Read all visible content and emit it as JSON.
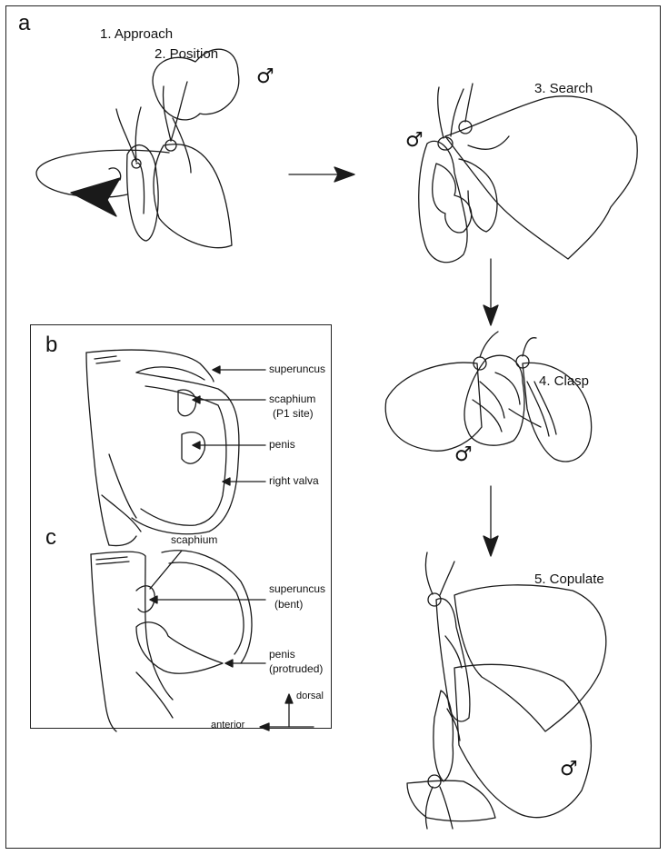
{
  "panels": {
    "a": "a",
    "b": "b",
    "c": "c"
  },
  "steps": {
    "approach": "1. Approach",
    "position": "2. Position",
    "search": "3. Search",
    "clasp": "4. Clasp",
    "copulate": "5. Copulate"
  },
  "male_symbol": "♂",
  "panel_b_labels": {
    "superuncus": "superuncus",
    "scaphium": "scaphium",
    "p1_site": "(P1 site)",
    "penis": "penis",
    "right_valva": "right valva"
  },
  "panel_c_labels": {
    "scaphium": "scaphium",
    "superuncus": "superuncus",
    "bent": "(bent)",
    "penis": "penis",
    "protruded": "(protruded)"
  },
  "orientation": {
    "dorsal": "dorsal",
    "anterior": "anterior"
  }
}
